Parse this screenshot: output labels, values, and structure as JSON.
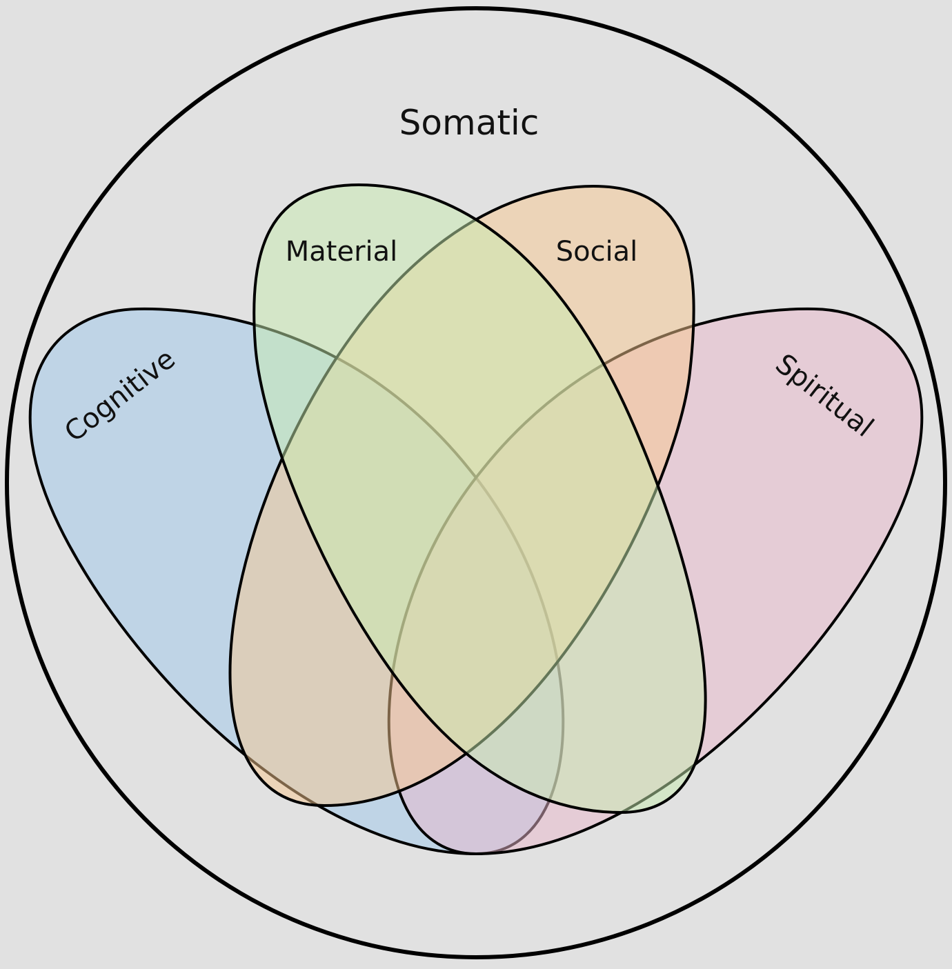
{
  "diagram": {
    "outer_set": {
      "label": "Somatic",
      "color": "#e1e1e1"
    },
    "sets": [
      {
        "id": "cognitive",
        "label": "Cognitive",
        "color": "#9ec8ec"
      },
      {
        "id": "material",
        "label": "Material",
        "color": "#c8ecb0"
      },
      {
        "id": "social",
        "label": "Social",
        "color": "#f8c890"
      },
      {
        "id": "spiritual",
        "label": "Spiritual",
        "color": "#eab8cc"
      }
    ]
  }
}
